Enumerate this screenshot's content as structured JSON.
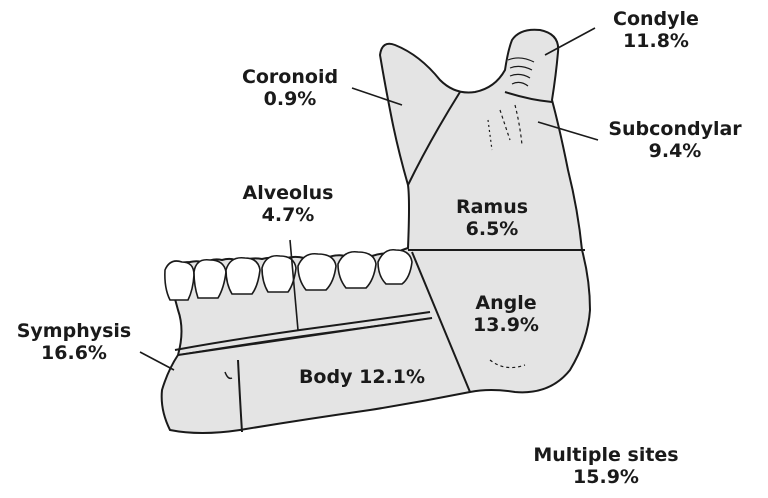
{
  "colors": {
    "bone_fill": "#e4e4e4",
    "outline": "#1a1a1a",
    "text": "#1a1a1a",
    "background": "#ffffff"
  },
  "regions": {
    "condyle": {
      "name": "Condyle",
      "percent": "11.8%"
    },
    "coronoid": {
      "name": "Coronoid",
      "percent": "0.9%"
    },
    "subcondylar": {
      "name": "Subcondylar",
      "percent": "9.4%"
    },
    "alveolus": {
      "name": "Alveolus",
      "percent": "4.7%"
    },
    "ramus": {
      "name": "Ramus",
      "percent": "6.5%"
    },
    "angle": {
      "name": "Angle",
      "percent": "13.9%"
    },
    "symphysis": {
      "name": "Symphysis",
      "percent": "16.6%"
    },
    "body": {
      "name": "Body",
      "percent": "12.1%"
    },
    "multiple_sites": {
      "name": "Multiple sites",
      "percent": "15.9%"
    }
  }
}
